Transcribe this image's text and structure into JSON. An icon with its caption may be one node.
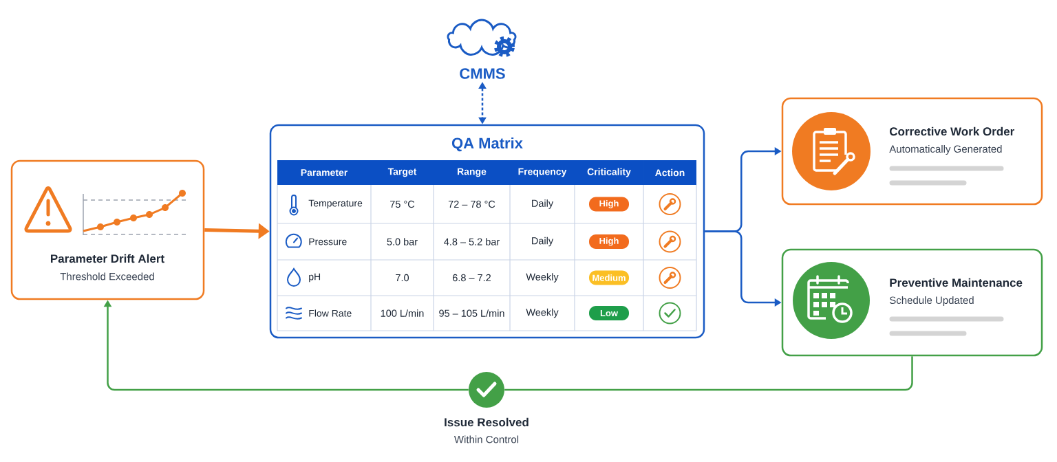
{
  "diagram": {
    "nodes": [
      {
        "text": [
          "Parameter Drift Alert",
          "Threshold Exceeded"
        ]
      },
      {
        "text": [
          "CMMS"
        ]
      },
      {
        "text": [
          "QA Matrix"
        ]
      },
      {
        "text": [
          "Corrective Work Order",
          "Automatically Generated"
        ]
      },
      {
        "text": [
          "Preventive Maintenance",
          "Schedule Updated"
        ]
      },
      {
        "text": [
          "Issue Resolved",
          "Within Control"
        ]
      }
    ],
    "edges": [
      {
        "from": 0,
        "to": 2,
        "arrow": "to",
        "style": "thick",
        "color": "#f07b22"
      },
      {
        "from": 1,
        "to": 2,
        "arrow": "both",
        "style": "dashed"
      },
      {
        "from": 2,
        "to": 3,
        "arrow": "to"
      },
      {
        "from": 2,
        "to": 4,
        "arrow": "to"
      },
      {
        "from": 4,
        "to": 5,
        "arrow": "none",
        "color": "#43a047"
      },
      {
        "from": 5,
        "to": 0,
        "arrow": "to",
        "color": "#43a047"
      }
    ],
    "labels": [
      "Parameter",
      "Target",
      "Range",
      "Frequency",
      "Criticality",
      "Action",
      "Temperature",
      "75 °C",
      "72 – 78 °C",
      "Daily",
      "High",
      "Pressure",
      "5.0 bar",
      "4.8 – 5.2 bar",
      "Daily",
      "High",
      "pH",
      "7.0",
      "6.8 – 7.2",
      "Weekly",
      "Medium",
      "Flow Rate",
      "100 L/min",
      "95 – 105 L/min",
      "Weekly",
      "Low"
    ]
  }
}
